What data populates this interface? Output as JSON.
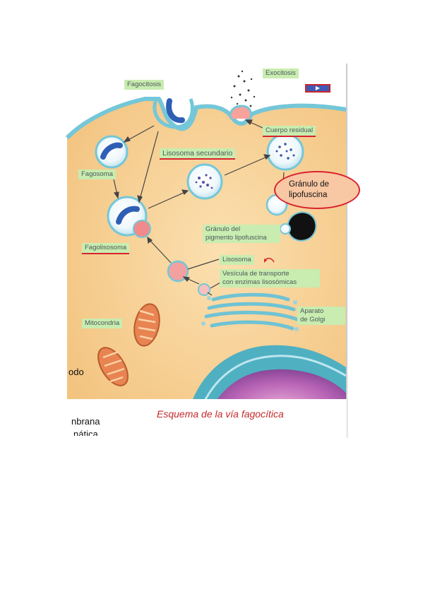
{
  "labels": {
    "fagocitosis": "Fagocitosis",
    "exocitosis": "Exocitosis",
    "cuerpo_residual": "Cuerpo residual",
    "lisosoma_secundario": "Lisosoma secundario",
    "fagosoma": "Fagosoma",
    "granulo_lipofuscina": "Gránulo de lipofuscina",
    "granulo_pigmento_l1": "Gránulo del",
    "granulo_pigmento_l2": "pigmento lipofuscina",
    "fagolisosoma": "Fagolisosoma",
    "lisosoma": "Lisosoma",
    "vesicula_l1": "Vesícula de transporte",
    "vesicula_l2": "con enzimas lisosómicas",
    "mitocondria": "Mitocondria",
    "aparato_l1": "Aparato",
    "aparato_l2": "de Golgi"
  },
  "caption": "Esquema de la vía fagocítica",
  "fragments": {
    "left1": "odo",
    "left2": "nbrana",
    "left3": "nática"
  },
  "colors": {
    "cytoplasm": "#f6cd8f",
    "membrane": "#6ec4d6",
    "label_bg": "#c9ecb0",
    "accent_red": "#d9232e",
    "caption": "#c42a2a"
  }
}
